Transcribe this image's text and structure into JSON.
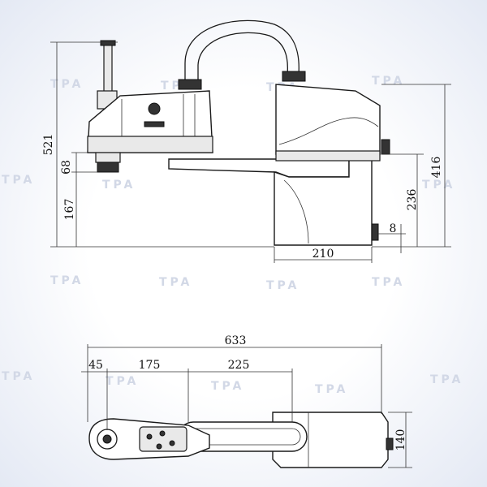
{
  "watermark": "TPA",
  "dimensions": {
    "side_total_height": "521",
    "side_joint_height": "68",
    "side_arm_height": "167",
    "side_base_height": "416",
    "side_mid_height": "236",
    "side_foot": "8",
    "side_base_width": "210",
    "top_total_length": "633",
    "top_seg1": "45",
    "top_seg2": "175",
    "top_seg3": "225",
    "top_base_width": "140"
  }
}
